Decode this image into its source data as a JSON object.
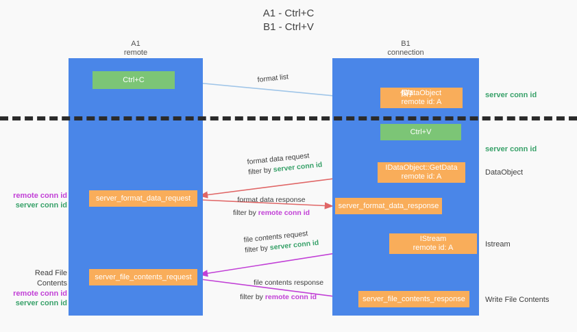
{
  "title": {
    "line1": "A1 - Ctrl+C",
    "line2": "B1 - Ctrl+V"
  },
  "columns": [
    {
      "id": "a1",
      "name": "A1",
      "role": "remote"
    },
    {
      "id": "b1",
      "name": "B1",
      "role": "connection"
    }
  ],
  "nodes": {
    "ctrl_c": {
      "label": "Ctrl+C",
      "sub": "",
      "color": "#7cc576"
    },
    "idataobject": {
      "label": "IDataObject",
      "sub": "remote id: A",
      "color": "#f9ad5a",
      "ghost": "保存"
    },
    "ctrl_v": {
      "label": "Ctrl+V",
      "sub": "",
      "color": "#7cc576"
    },
    "getdata": {
      "label": "IDataObject::GetData",
      "sub": "remote id: A",
      "color": "#f9ad5a"
    },
    "istream": {
      "label": "IStream",
      "sub": "remote id: A",
      "color": "#f9ad5a"
    },
    "format_req": {
      "label": "server_format_data_request",
      "sub": "",
      "color": "#f9ad5a"
    },
    "format_resp": {
      "label": "server_format_data_response",
      "sub": "",
      "color": "#f9ad5a"
    },
    "file_req": {
      "label": "server_file_contents_request",
      "sub": "",
      "color": "#f9ad5a"
    },
    "file_resp": {
      "label": "server_file_contents_response",
      "sub": "",
      "color": "#f9ad5a"
    }
  },
  "edges": [
    {
      "id": "format_list",
      "title": "format list",
      "filter_prefix": "",
      "filter_target": ""
    },
    {
      "id": "fd_request",
      "title": "format data request",
      "filter_prefix": "filter by",
      "filter_target": "server conn id"
    },
    {
      "id": "fd_response",
      "title": "format data response",
      "filter_prefix": "filter by",
      "filter_target": "remote conn id"
    },
    {
      "id": "fc_request",
      "title": "file contents request",
      "filter_prefix": "filter by",
      "filter_target": "server conn id"
    },
    {
      "id": "fc_response",
      "title": "file contents response",
      "filter_prefix": "filter by",
      "filter_target": "remote conn id"
    }
  ],
  "side_notes": {
    "server_conn_id_1": "server conn id",
    "server_conn_id_2": "server conn id",
    "dataobject": "DataObject",
    "istream": "Istream",
    "write_file_contents": "Write File Contents"
  },
  "left_notes": {
    "remote_conn_id_1": "remote conn id",
    "server_conn_id_1": "server conn id",
    "read_file_contents": "Read File Contents",
    "remote_conn_id_2": "remote conn id",
    "server_conn_id_2": "server conn id"
  },
  "colors": {
    "lane": "#4a86e8",
    "green_node": "#7cc576",
    "orange_node": "#f9ad5a",
    "green_text": "#38a169",
    "magenta_text": "#c13fd6",
    "dashed_line": "#2b2b2b",
    "light_blue_arrow": "#9fc5e8",
    "red_arrow": "#e06666",
    "magenta_arrow": "#c13fd6",
    "black_arrow": "#000000",
    "background": "#f9f9f9"
  }
}
